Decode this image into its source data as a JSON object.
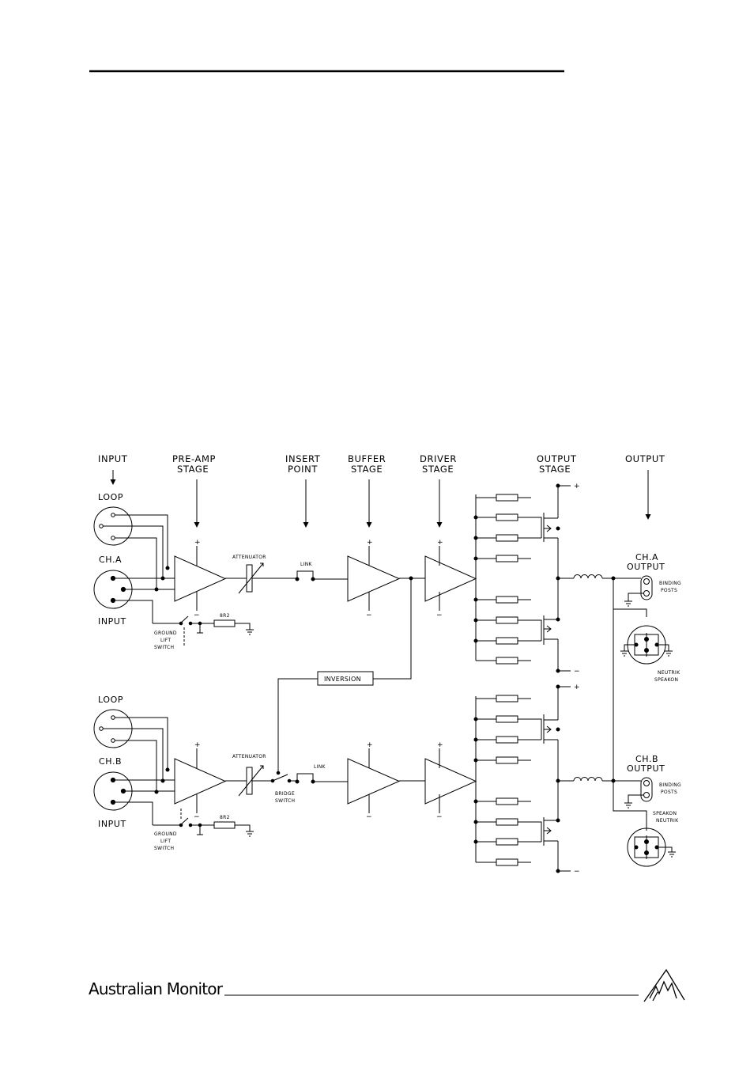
{
  "headers": {
    "input": "INPUT",
    "preamp": [
      "PRE-AMP",
      "STAGE"
    ],
    "insert": [
      "INSERT",
      "POINT"
    ],
    "buffer": [
      "BUFFER",
      "STAGE"
    ],
    "driver": [
      "DRIVER",
      "STAGE"
    ],
    "output_stage": [
      "OUTPUT",
      "STAGE"
    ],
    "output": "OUTPUT"
  },
  "channel_a": {
    "loop": "LOOP",
    "name": "CH.A",
    "input": "INPUT",
    "attenuator": "ATTENUATOR",
    "link": "LINK",
    "resistor": "8R2",
    "ground_lift": [
      "GROUND",
      "LIFT",
      "SWITCH"
    ],
    "output": [
      "CH.A",
      "OUTPUT"
    ],
    "binding_posts": [
      "BINDING",
      "POSTS"
    ],
    "speakon": [
      "NEUTRIK",
      "SPEAKON"
    ]
  },
  "channel_b": {
    "loop": "LOOP",
    "name": "CH.B",
    "input": "INPUT",
    "attenuator": "ATTENUATOR",
    "link": "LINK",
    "bridge_switch": [
      "BRIDGE",
      "SWITCH"
    ],
    "resistor": "8R2",
    "ground_lift": [
      "GROUND",
      "LIFT",
      "SWITCH"
    ],
    "output": [
      "CH.B",
      "OUTPUT"
    ],
    "binding_posts": [
      "BINDING",
      "POSTS"
    ],
    "speakon": [
      "SPEAKON",
      "NEUTRIK"
    ]
  },
  "inversion": "INVERSION",
  "rails": {
    "plus": "+",
    "minus": "−"
  },
  "brand": "Australian Monitor"
}
